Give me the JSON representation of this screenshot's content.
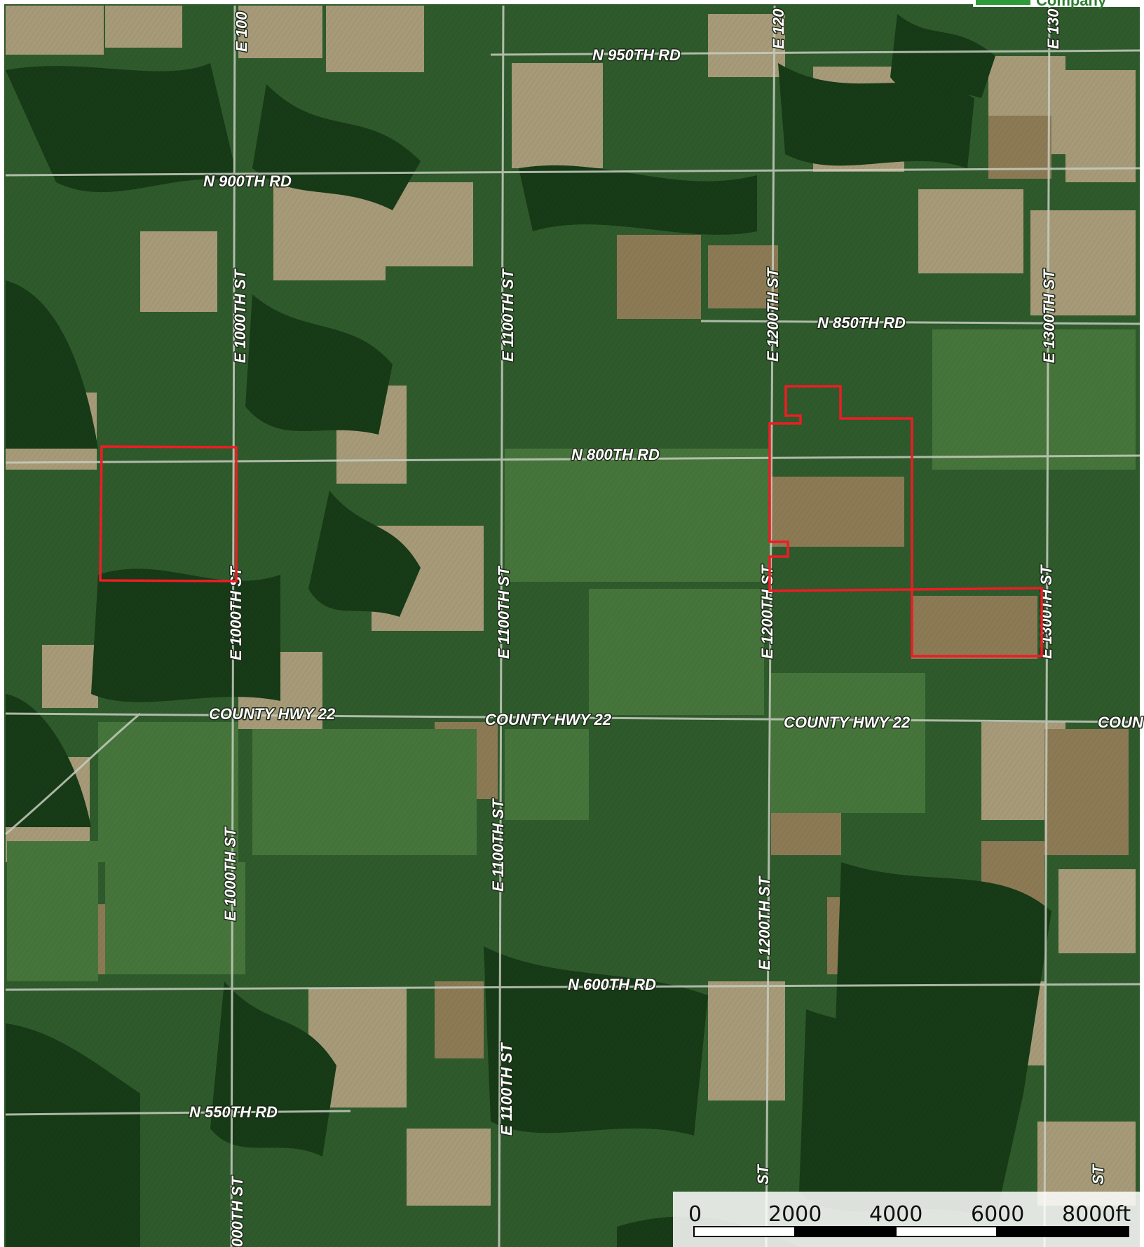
{
  "colors": {
    "forest": "#173a17",
    "pasture": "#3f6b36",
    "crop_light": "#a69a78",
    "crop_tan": "#8c7a55",
    "boundary": "#ee1c25",
    "road": "#c7cdbf"
  },
  "map": {
    "logo_text": "Company",
    "road_labels": {
      "n950": "N 950TH RD",
      "n900": "N 900TH RD",
      "n850": "N 850TH RD",
      "n800": "N 800TH RD",
      "n600": "N 600TH RD",
      "n550": "N 550TH RD",
      "hwy22_a": "COUNTY HWY 22",
      "hwy22_b": "COUNTY HWY 22",
      "hwy22_c": "COUNTY HWY 22",
      "hwy22_d": "COUN",
      "e1000_top": "E 100",
      "e1000_a": "E 1000TH ST",
      "e1000_b": "E 1000TH ST",
      "e1000_c": "E 1000TH ST",
      "e1000_d": "000TH ST",
      "e1100_a": "E 1100TH ST",
      "e1100_b": "E 1100TH ST",
      "e1100_c": "E 1100TH ST",
      "e1100_d": "E 1100TH ST",
      "e1200_top": "E 120",
      "e1200_a": "E 1200TH ST",
      "e1200_b": "E 1200TH ST",
      "e1200_c": "E 1200TH ST",
      "e1200_d": "ST",
      "e1300_top": "E 130",
      "e1300_a": "E 1300TH ST",
      "e1300_b": "E 1300TH ST",
      "e1300_c": "ST"
    },
    "scale_bar": {
      "labels": [
        "0",
        "2000",
        "4000",
        "6000",
        "8000ft"
      ]
    }
  }
}
